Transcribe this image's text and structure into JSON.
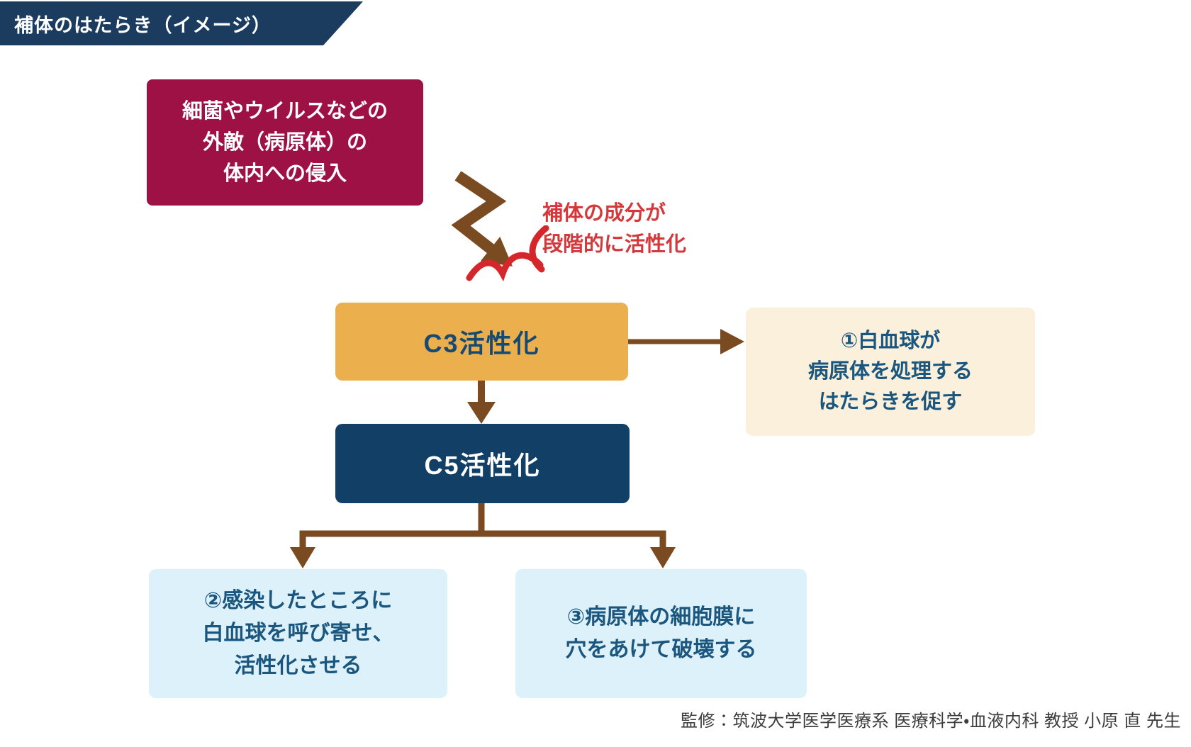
{
  "palette": {
    "header_navy": "#1B3B5F",
    "crimson": "#9D1144",
    "orange": "#ECAF4D",
    "navy_box": "#123F66",
    "cream": "#FAF0DC",
    "light_blue": "#DDF1FA",
    "arrow_brown": "#7A4A21",
    "accent_red": "#D5383B",
    "c3_label_navy": "#164A72",
    "effect_text_blue": "#1A567D"
  },
  "header": {
    "title": "補体のはたらき（イメージ）"
  },
  "diagram": {
    "invasion_box": {
      "lines": [
        "細菌やウイルスなどの",
        "外敵（病原体）の",
        "体内への侵入"
      ]
    },
    "activation_note": {
      "lines": [
        "補体の成分が",
        "段階的に活性化"
      ]
    },
    "c3_box": {
      "label": "C3活性化"
    },
    "c5_box": {
      "label": "C5活性化"
    },
    "effect1_box": {
      "lines": [
        "①白血球が",
        "病原体を処理する",
        "はたらきを促す"
      ]
    },
    "effect2_box": {
      "lines": [
        "②感染したところに",
        "白血球を呼び寄せ、",
        "活性化させる"
      ]
    },
    "effect3_box": {
      "lines": [
        "③病原体の細胞膜に",
        "穴をあけて破壊する"
      ]
    },
    "icons": {
      "impact": "lightning-arrow",
      "burst": "impact-burst",
      "flow_right": "arrow-right",
      "flow_down": "arrow-down",
      "flow_branch": "branch-arrows"
    }
  },
  "footer": {
    "credit": "監修：筑波大学医学医療系 医療科学・血液内科 教授 小原 直 先生"
  }
}
